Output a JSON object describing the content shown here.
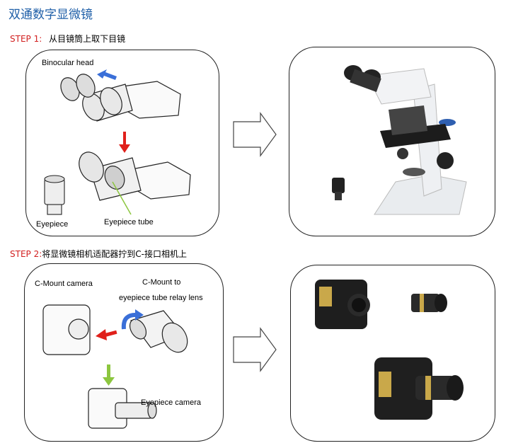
{
  "title": "双通数字显微镜",
  "step1": {
    "prefix": "STEP 1:",
    "text": "从目镜筒上取下目镜",
    "labels": {
      "binocular_head": "Binocular head",
      "eyepiece": "Eyepiece",
      "eyepiece_tube": "Eyepiece tube"
    }
  },
  "step2": {
    "prefix": "STEP 2:",
    "text": "将显微镜相机适配器拧到C-接口相机上",
    "labels": {
      "cmount_camera": "C-Mount camera",
      "cmount_to": "C-Mount to",
      "relay_lens": "eyepiece tube relay lens",
      "eyepiece_camera": "Eyepiece camera"
    }
  },
  "colors": {
    "title": "#1f5fa8",
    "step_red": "#d21f1f",
    "arrow_blue": "#3a6fd8",
    "arrow_red": "#e0201b",
    "arrow_green": "#8cc63f"
  }
}
